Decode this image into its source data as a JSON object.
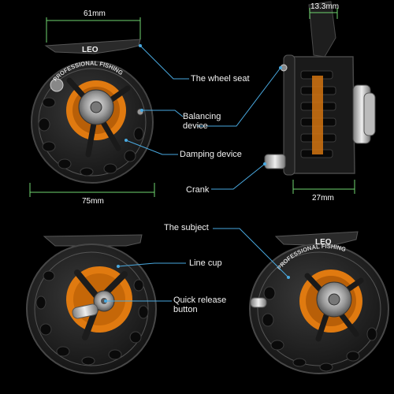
{
  "brand": {
    "logo": "LEO",
    "tagline": "PROFESSIONAL FISHING"
  },
  "dimensions": {
    "width_top": "61mm",
    "diameter": "75mm",
    "spool_gap": "13.3mm",
    "depth": "27mm"
  },
  "labels": {
    "wheel_seat": "The wheel seat",
    "balancing_device": "Balancing device",
    "damping_device": "Damping device",
    "crank": "Crank",
    "subject": "The subject",
    "line_cup": "Line cup",
    "quick_release": "Quick release button"
  },
  "colors": {
    "background": "#000000",
    "accent_orange": "#e07a10",
    "callout_blue": "#49a9e0",
    "dimension_green": "#6fd66f",
    "reel_body": "#262626"
  }
}
